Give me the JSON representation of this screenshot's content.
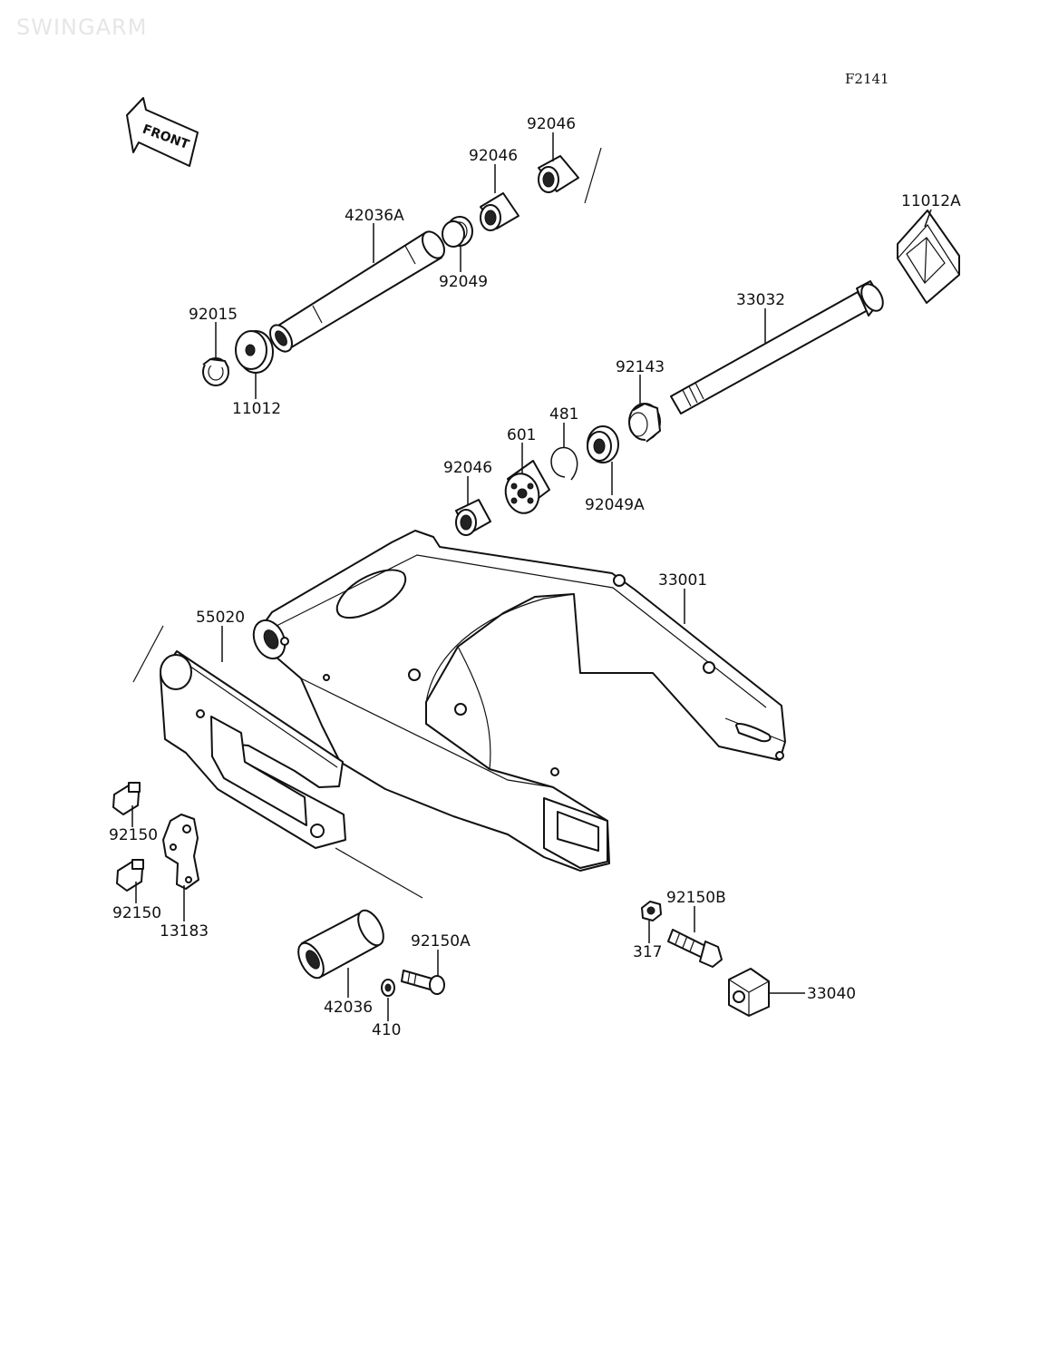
{
  "watermark": "SWINGARM",
  "diagram_code": "F2141",
  "front_label": "FRONT",
  "part_labels": {
    "p92046_top": "92046",
    "p92046_mid": "92046",
    "p42036A": "42036A",
    "p92049": "92049",
    "p11012A": "11012A",
    "p92015": "92015",
    "p11012": "11012",
    "p33032": "33032",
    "p92143": "92143",
    "p481": "481",
    "p601": "601",
    "p92046_low": "92046",
    "p92049A": "92049A",
    "p33001": "33001",
    "p55020": "55020",
    "p92150_a": "92150",
    "p92150_b": "92150",
    "p13183": "13183",
    "p92150B": "92150B",
    "p317": "317",
    "p33040": "33040",
    "p92150A": "92150A",
    "p42036": "42036",
    "p410": "410"
  }
}
